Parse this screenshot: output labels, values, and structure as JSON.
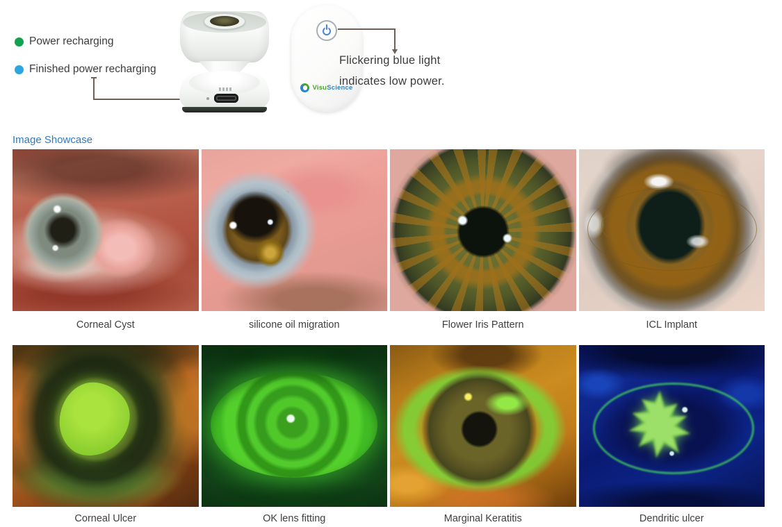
{
  "header": {
    "legend": [
      {
        "label": "Power recharging",
        "color": "#10a24e"
      },
      {
        "label": "Finished power recharging",
        "color": "#2aa7e0"
      }
    ],
    "note": {
      "line1": "Flickering blue light",
      "line2": "indicates low power."
    },
    "brand": {
      "part1": "Visu",
      "part2": "Science",
      "green": "#4ca32c",
      "blue": "#2e86c8"
    }
  },
  "showcase": {
    "title": "Image Showcase",
    "title_color": "#2f7ac1",
    "items": [
      {
        "caption": "Corneal Cyst"
      },
      {
        "caption": "silicone oil migration"
      },
      {
        "caption": "Flower Iris Pattern"
      },
      {
        "caption": "ICL Implant"
      },
      {
        "caption": "Corneal Ulcer"
      },
      {
        "caption": "OK lens fitting"
      },
      {
        "caption": "Marginal Keratitis"
      },
      {
        "caption": "Dendritic ulcer"
      }
    ]
  }
}
